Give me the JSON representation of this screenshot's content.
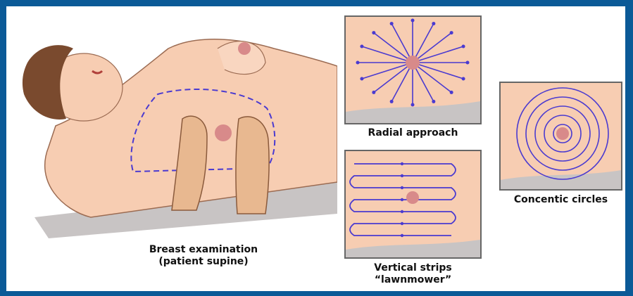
{
  "captions": {
    "main_line1": "Breast examination",
    "main_line2": "(patient supine)",
    "radial": "Radial approach",
    "strips_line1": "Vertical strips",
    "strips_line2": "“lawnmower”",
    "circles": "Concentic circles"
  },
  "colors": {
    "frame": "#0b5a97",
    "skin": "#f7cdb2",
    "shadow": "#c8c4c4",
    "stroke": "#4a3ad0",
    "hair": "#7a4a2e",
    "nipple": "#d88a8a"
  },
  "panels": {
    "radial_rays": 16,
    "concentric_rings": 5,
    "strip_rows": 7
  }
}
